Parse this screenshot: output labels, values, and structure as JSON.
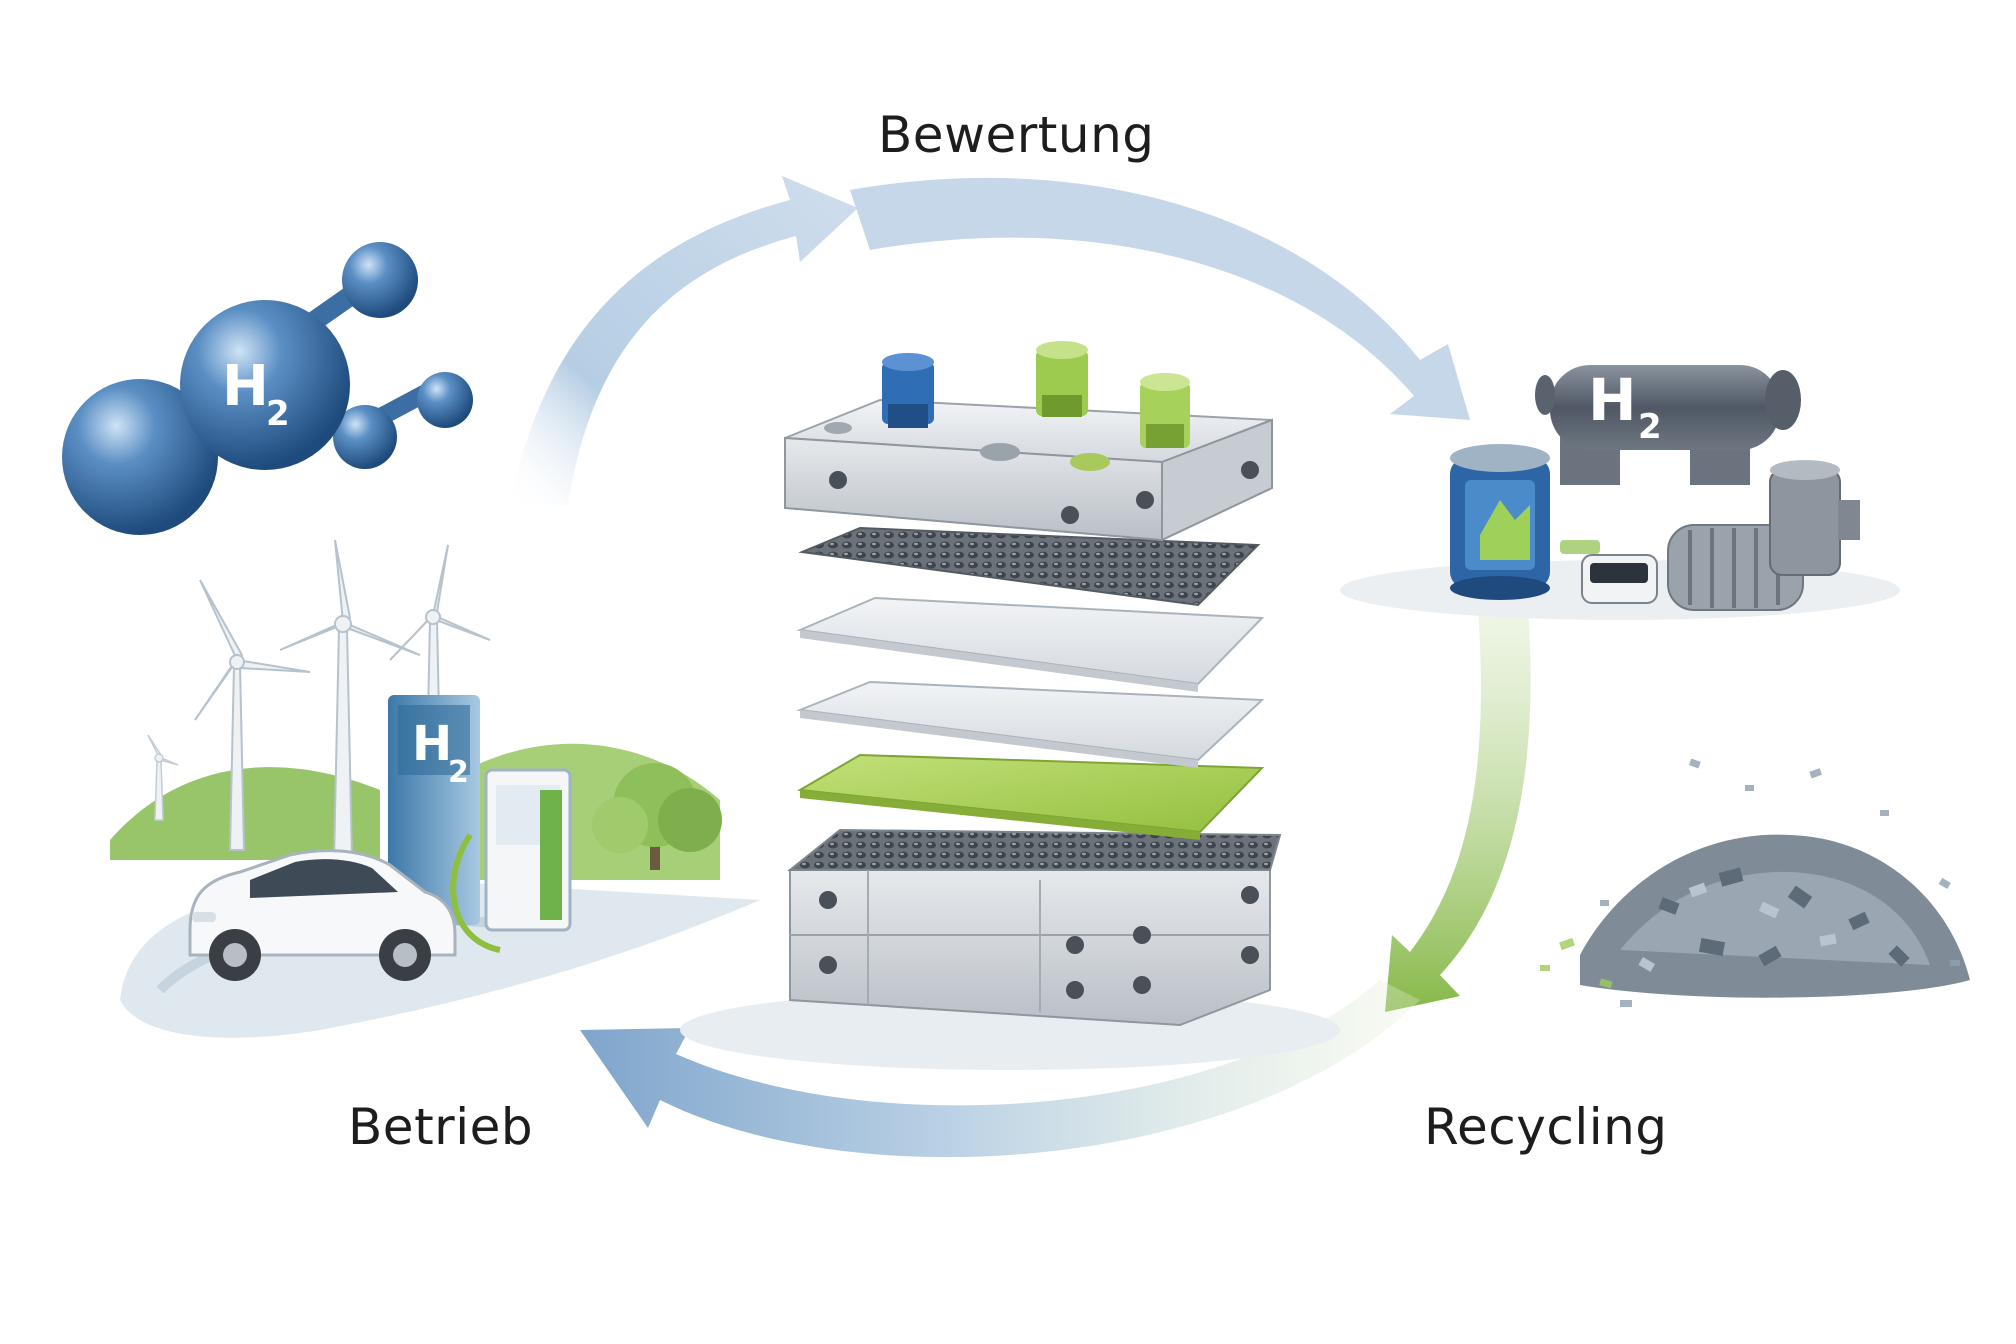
{
  "stages": {
    "top": "Bewertung",
    "left": "Betrieb",
    "right": "Recycling"
  },
  "hydrogen_symbol": "H",
  "hydrogen_subscript": "2",
  "icons": [
    "h2-molecule-icon",
    "wind-turbine-icon",
    "car-icon",
    "h2-fuel-station-icon",
    "fuel-cell-stack-icon",
    "h2-storage-tank-icon",
    "recycled-material-pile-icon"
  ],
  "colors": {
    "arrow_blue": "#9dbcd9",
    "arrow_green": "#8fbf4f",
    "molecule_blue": "#2f5f96",
    "plate_gray": "#d9dde2",
    "plate_green": "#a9cf52",
    "mesh_dark": "#5a6068"
  }
}
